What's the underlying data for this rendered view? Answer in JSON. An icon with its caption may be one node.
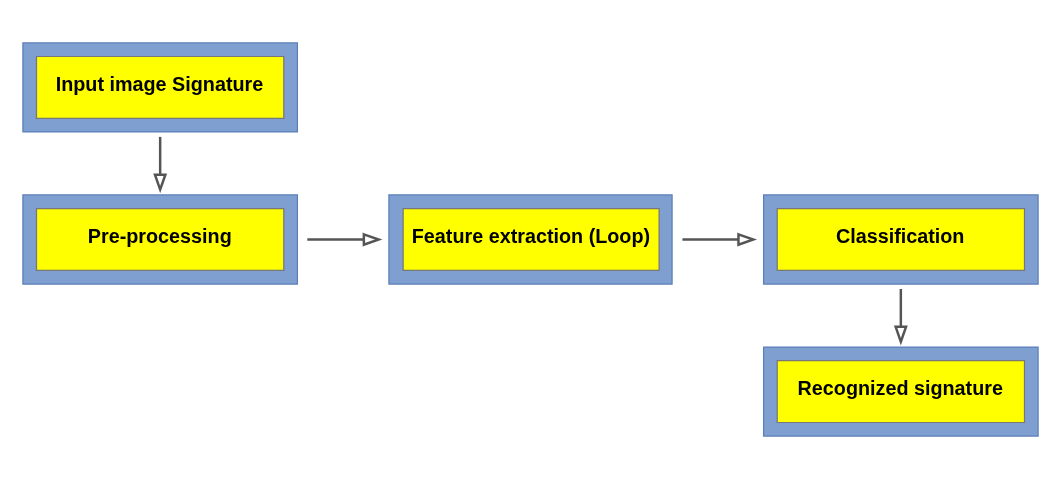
{
  "diagram": {
    "nodes": [
      {
        "text": [
          "Input image Signature"
        ]
      },
      {
        "text": [
          "Pre-processing"
        ]
      },
      {
        "text": [
          "Feature extraction (Loop)"
        ]
      },
      {
        "text": [
          "Classification"
        ]
      },
      {
        "text": [
          "Recognized signature"
        ]
      }
    ],
    "edges": [
      {
        "from": 0,
        "to": 1,
        "arrow": "to"
      },
      {
        "from": 1,
        "to": 2,
        "arrow": "to"
      },
      {
        "from": 2,
        "to": 3,
        "arrow": "to"
      },
      {
        "from": 3,
        "to": 4,
        "arrow": "to"
      }
    ]
  }
}
